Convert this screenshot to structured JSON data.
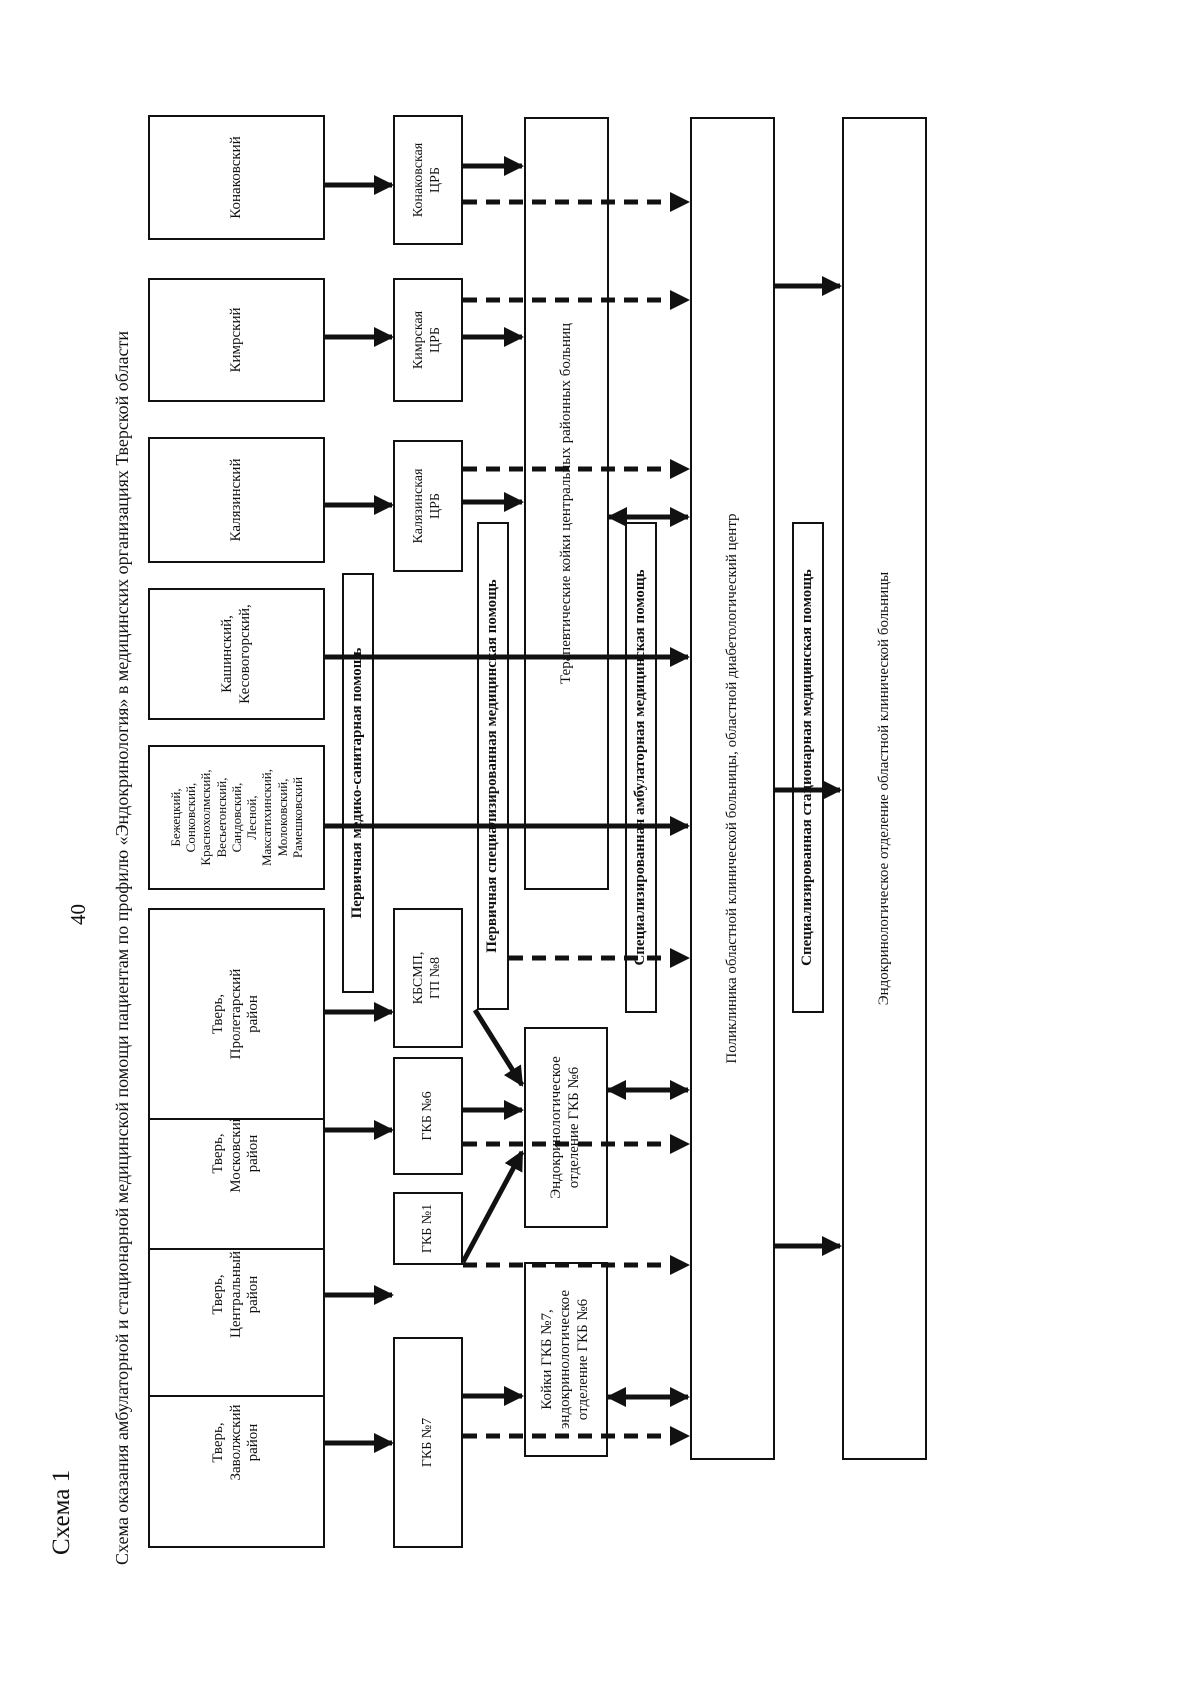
{
  "page_number": "40",
  "schema_label": "Схема 1",
  "title": "Схема оказания амбулаторной и стационарной медицинской помощи пациентам по профилю «Эндокринология» в медицинских организациях Тверской области",
  "districts": [
    "Тверь,\nЗаволжский\nрайон",
    "Тверь,\nЦентральный\nрайон",
    "Тверь,\nМосковский\nрайон",
    "Тверь,\nПролетарский\nрайон",
    "Бежецкий,\nСонковский,\nКраснохолмский,\nВесьегонский,\nСандовский,\nЛесной,\nМаксатихинский,\nМолоковский,\nРамешковский",
    "Кашинский,\nКесовогорский,",
    "Калязинский",
    "Кимрский",
    "Конаковский"
  ],
  "facilities": [
    "ГКБ №7",
    "ГКБ №1",
    "ГКБ №6",
    "КБСМП,\nГП №8",
    "Калязинская\nЦРБ",
    "Кимрская\nЦРБ",
    "Конаковская\nЦРБ"
  ],
  "care_levels": {
    "primary": "Первичная медико-санитарная помощь",
    "primary_specialized": "Первичная специализированная медицинская помощь",
    "specialized_outpatient": "Специализированная амбулаторная медицинская помощь",
    "specialized_inpatient": "Специализированная стационарная медицинская помощь"
  },
  "inpatient_units": {
    "gkb7_beds": "Койки ГКБ №7,\nэндокринологическое\nотделение ГКБ №6",
    "endocrine_gkb6": "Эндокринологическое\nотделение ГКБ №6",
    "crb_beds": "Терапевтические койки центральных районных больниц"
  },
  "regional": {
    "polyclinic": "Поликлиника областной клинической больницы, областной диабетологический центр",
    "endocrine_dept": "Эндокринологическое отделение областной клинической больницы"
  },
  "colors": {
    "ink": "#111111",
    "background": "#ffffff"
  }
}
